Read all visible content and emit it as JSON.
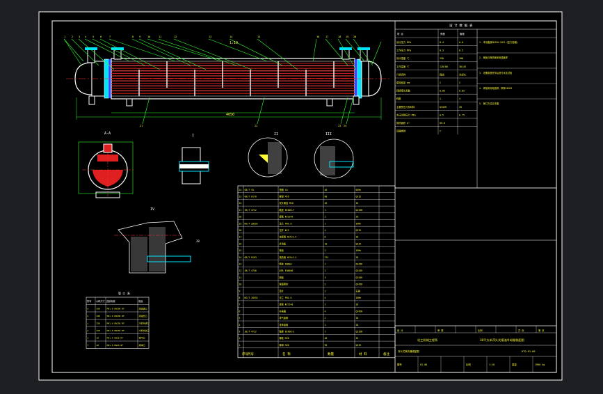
{
  "drawing": {
    "scale_label": "1:10",
    "overall_length": "4050",
    "part_numbers": [
      "1",
      "2",
      "3",
      "4",
      "5",
      "6",
      "7",
      "8",
      "9",
      "10",
      "11",
      "12",
      "13",
      "14",
      "15",
      "16",
      "17",
      "18",
      "19",
      "20",
      "21",
      "22",
      "23",
      "24"
    ],
    "detail_marks": {
      "section": "A-A",
      "detail_1": "I",
      "detail_2": "II",
      "detail_3": "III",
      "detail_4": "IV"
    },
    "weld_tag": "28"
  },
  "design_data": {
    "title": "设 计 数 据 表",
    "header_cols": [
      "项 目",
      "壳程",
      "管程"
    ],
    "rows": [
      [
        "设计压力 MPa",
        "0.4",
        "0.6"
      ],
      [
        "工作压力 MPa",
        "0.3",
        "0.5"
      ],
      [
        "设计温度 ℃",
        "150",
        "100"
      ],
      [
        "工作温度 ℃",
        "120/80",
        "30/45"
      ],
      [
        "介质名称",
        "煤油",
        "冷却水"
      ],
      [
        "腐蚀裕量 mm",
        "2",
        "2"
      ],
      [
        "焊接接头系数",
        "0.85",
        "0.85"
      ],
      [
        "程数",
        "1",
        "4"
      ],
      [
        "主要受压元件材料",
        "Q345R",
        "20"
      ],
      [
        "水压试验压力 MPa",
        "0.5",
        "0.75"
      ],
      [
        "换热面积 m²",
        "89.6",
        ""
      ],
      [
        "容器类别",
        "I",
        ""
      ]
    ],
    "notes_right": [
      "1. 本设备按GB150-2011《压力容器》",
      "2. 管板与换热管采用强度焊",
      "3. 设备制造完毕后进行水压试验",
      "4. 焊接采用电弧焊，焊条E4303",
      "5. 管口方位见本图"
    ]
  },
  "nozzle_table": {
    "title": "管 口 表",
    "headers": [
      "符号",
      "公称尺寸",
      "连接标准",
      "用途"
    ],
    "rows": [
      [
        "a",
        "200",
        "PN1.0 DN200 RF",
        "煤油进口"
      ],
      [
        "b",
        "200",
        "PN1.0 DN200 RF",
        "煤油出口"
      ],
      [
        "c",
        "250",
        "PN1.6 DN250 RF",
        "冷却水进口"
      ],
      [
        "d",
        "250",
        "PN1.6 DN250 RF",
        "冷却水出口"
      ],
      [
        "e",
        "20",
        "PN1.6 DN20 RF",
        "排气口"
      ],
      [
        "f",
        "20",
        "PN1.6 DN20 RF",
        "排净口"
      ]
    ]
  },
  "parts_list": {
    "rows": [
      [
        "24",
        "GB/T 93",
        "垫圈 16",
        "40",
        "65Mn",
        ""
      ],
      [
        "23",
        "GB/T 6170",
        "螺母 M16",
        "80",
        "Q235",
        ""
      ],
      [
        "22",
        "",
        "双头螺柱 M16",
        "40",
        "35",
        ""
      ],
      [
        "21",
        "JB/T 4712",
        "鞍座 BI600-F",
        "1",
        "Q235B",
        ""
      ],
      [
        "20",
        "",
        "接管 Φ219×6",
        "1",
        "20",
        ""
      ],
      [
        "19",
        "HG/T 20592",
        "法兰 PN1.0",
        "1",
        "16Mn",
        ""
      ],
      [
        "18",
        "",
        "拉杆 Φ12",
        "4",
        "Q235",
        ""
      ],
      [
        "17",
        "",
        "定距管 Φ25×2.5",
        "8",
        "20",
        ""
      ],
      [
        "16",
        "",
        "折流板",
        "10",
        "Q235",
        ""
      ],
      [
        "15",
        "",
        "管板",
        "2",
        "16Mn",
        ""
      ],
      [
        "14",
        "GB/T 8163",
        "换热管 Φ25×2.5",
        "274",
        "20",
        ""
      ],
      [
        "13",
        "",
        "筒体 DN600",
        "1",
        "Q345R",
        ""
      ],
      [
        "12",
        "JB/T 4746",
        "封头 EHA600",
        "2",
        "Q345R",
        ""
      ],
      [
        "11",
        "",
        "隔板",
        "3",
        "Q345R",
        ""
      ],
      [
        "10",
        "",
        "管箱筒体",
        "2",
        "Q345R",
        ""
      ],
      [
        "9",
        "",
        "垫片",
        "2",
        "石棉",
        ""
      ],
      [
        "8",
        "HG/T 20592",
        "法兰 PN1.6",
        "4",
        "16Mn",
        ""
      ],
      [
        "7",
        "",
        "接管 Φ273×8",
        "2",
        "20",
        ""
      ],
      [
        "6",
        "",
        "补强圈",
        "4",
        "Q345R",
        ""
      ],
      [
        "5",
        "",
        "排气接管",
        "2",
        "20",
        ""
      ],
      [
        "4",
        "",
        "排净接管",
        "2",
        "20",
        ""
      ],
      [
        "3",
        "JB/T 4712",
        "鞍座 BI600-S",
        "1",
        "Q235B",
        ""
      ],
      [
        "2",
        "",
        "螺栓 M20",
        "48",
        "35",
        ""
      ],
      [
        "1",
        "",
        "螺母 M20",
        "96",
        "Q235",
        ""
      ]
    ],
    "header": [
      "序号",
      "代号",
      "名 称",
      "数量",
      "材 料",
      "备注"
    ]
  },
  "title_block": {
    "designer_row": [
      "设 计",
      "",
      "审 核",
      "",
      "比例",
      "",
      "共 页",
      "第 页"
    ],
    "school": "化工机械工程系",
    "drawing_title": "30平方米浮头式煤油冷却器装配图",
    "drawing_no": "HTQ-01-00",
    "sub_label": "浮头式换热器装配图",
    "cells_bottom": [
      "图号",
      "01.00",
      "",
      "比例",
      "1:10",
      "重量",
      "1960 kg"
    ]
  }
}
